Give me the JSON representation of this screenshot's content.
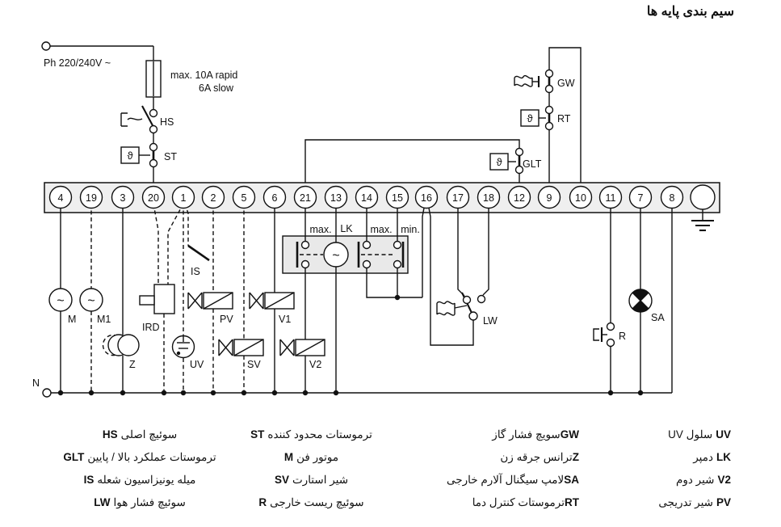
{
  "title": "سیم بندی پایه ها",
  "power": {
    "phase": "Ph 220/240V ~",
    "fuse_note_line1": "max. 10A rapid",
    "fuse_note_line2": "6A slow",
    "neutral": "N"
  },
  "terminals": [
    "4",
    "19",
    "3",
    "20",
    "1",
    "2",
    "5",
    "6",
    "21",
    "13",
    "14",
    "15",
    "16",
    "17",
    "18",
    "12",
    "9",
    "10",
    "11",
    "7",
    "8"
  ],
  "labels": {
    "hs": "HS",
    "st": "ST",
    "gw": "GW",
    "rt": "RT",
    "glt": "GLT",
    "m": "M",
    "m1": "M1",
    "ird": "IRD",
    "z": "Z",
    "uv": "UV",
    "is": "IS",
    "pv": "PV",
    "sv": "SV",
    "v1": "V1",
    "v2": "V2",
    "lw": "LW",
    "r": "R",
    "sa": "SA"
  },
  "damper_box": {
    "max_left": "max.",
    "lk": "LK",
    "max_right": "max.",
    "min": "min."
  },
  "symbols": {
    "motor": "~",
    "thermostat": "ϑ"
  },
  "legend": {
    "columns": [
      {
        "items": [
          {
            "code": "HS",
            "desc": "سوئیچ اصلی"
          },
          {
            "code": "GLT",
            "desc": "ترموستات عملکرد بالا / پایین"
          },
          {
            "code": "IS",
            "desc": "میله یونیزاسیون شعله"
          },
          {
            "code": "LW",
            "desc": "سوئیچ فشار هوا"
          }
        ]
      },
      {
        "items": [
          {
            "code": "ST",
            "desc": "ترموستات محدود کننده"
          },
          {
            "code": "M",
            "desc": "موتور فن"
          },
          {
            "code": "SV",
            "desc": "شیر استارت"
          },
          {
            "code": "R",
            "desc": "سوئیچ ریست خارجی"
          }
        ]
      },
      {
        "items": [
          {
            "code": "GW",
            "desc": "سویچ فشار گاز"
          },
          {
            "code": "Z",
            "desc": "ترانس جرقه زن"
          },
          {
            "code": "SA",
            "desc": "لامپ سیگنال آلارم خارجی"
          },
          {
            "code": "RT",
            "desc": "ترموستات کنترل دما"
          }
        ]
      },
      {
        "items": [
          {
            "code": "UV",
            "desc": "سلول UV"
          },
          {
            "code": "LK",
            "desc": "دمپر"
          },
          {
            "code": "V2",
            "desc": "شیر دوم"
          },
          {
            "code": "PV",
            "desc": "شیر تدریجی"
          }
        ]
      }
    ]
  }
}
